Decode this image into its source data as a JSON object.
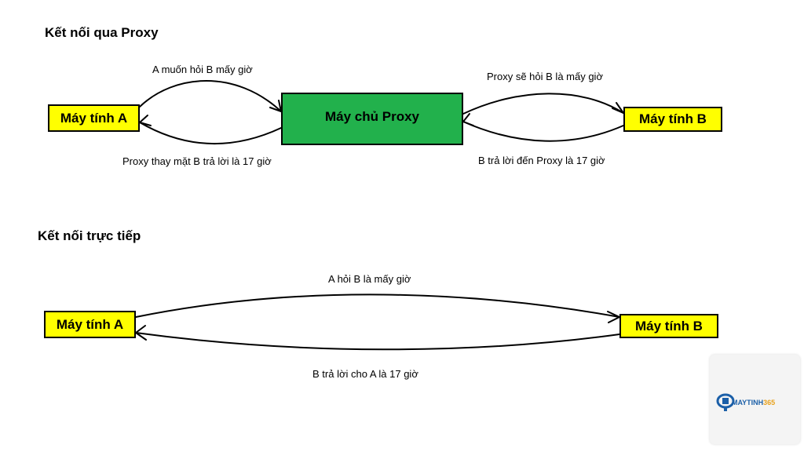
{
  "proxy_section": {
    "title": "Kết nối qua Proxy",
    "computer_a": "Máy tính A",
    "proxy_server": "Máy chủ Proxy",
    "computer_b": "Máy tính B",
    "label_a_to_proxy": "A muốn hỏi B mấy giờ",
    "label_proxy_to_a": "Proxy thay mặt B trả lời là 17 giờ",
    "label_proxy_to_b": "Proxy sẽ hỏi B là mấy giờ",
    "label_b_to_proxy": "B trả lời đến Proxy là 17 giờ"
  },
  "direct_section": {
    "title": "Kết nối trực tiếp",
    "computer_a": "Máy tính A",
    "computer_b": "Máy tính B",
    "label_a_to_b": "A hỏi B là mấy giờ",
    "label_b_to_a": "B trả lời cho A là 17 giờ"
  },
  "watermark": {
    "brand": "MAYTINH",
    "brand_accent": "365",
    "icon": "monitor-logo-icon"
  },
  "colors": {
    "computer_box": "#ffff00",
    "proxy_box": "#22b14c"
  }
}
